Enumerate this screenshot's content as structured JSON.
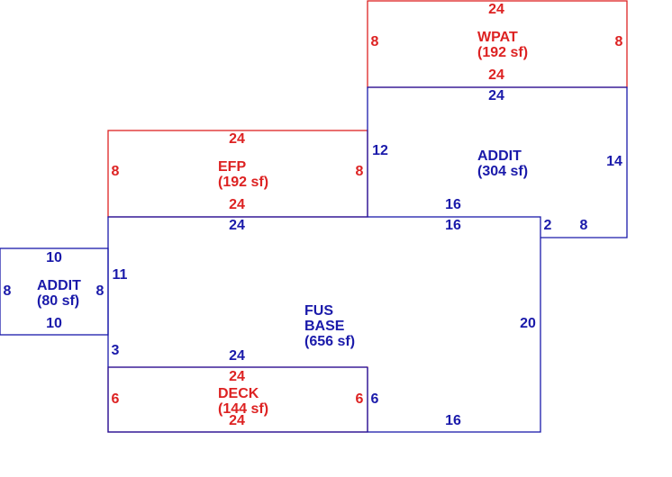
{
  "colors": {
    "red": "#dd2222",
    "blue": "#1a1aaa"
  },
  "areas": {
    "wpat": {
      "name": "WPAT",
      "area": "(192 sf)"
    },
    "addit_right": {
      "name": "ADDIT",
      "area": "(304 sf)"
    },
    "efp": {
      "name": "EFP",
      "area": "(192 sf)"
    },
    "addit_left": {
      "name": "ADDIT",
      "area": "(80 sf)"
    },
    "base": {
      "name1": "FUS",
      "name2": "BASE",
      "area": "(656 sf)"
    },
    "deck": {
      "name": "DECK",
      "area": "(144 sf)"
    }
  },
  "dims": {
    "wpat_top": "24",
    "wpat_left": "8",
    "wpat_right": "8",
    "wpat_bottom": "24",
    "addit_r_top": "24",
    "addit_r_left": "12",
    "addit_r_right": "14",
    "addit_r_bottom": "16",
    "addit_r_step": "2",
    "addit_r_step_w": "8",
    "efp_top": "24",
    "efp_left": "8",
    "efp_right": "8",
    "efp_bottom": "24",
    "base_top": "24",
    "base_top_r": "16",
    "base_left": "11",
    "base_left_low": "3",
    "base_right": "20",
    "base_deck_top": "24",
    "base_deck_right": "6",
    "base_bottom": "16",
    "addit_l_top": "10",
    "addit_l_left": "8",
    "addit_l_right": "8",
    "addit_l_bottom": "10",
    "deck_top": "24",
    "deck_left": "6",
    "deck_right": "6",
    "deck_bottom": "24"
  }
}
